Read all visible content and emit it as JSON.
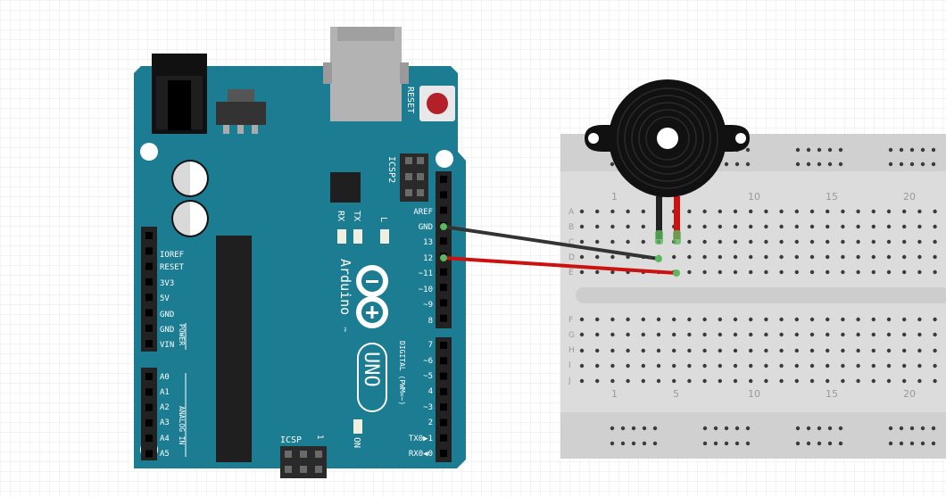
{
  "board": {
    "reset_label": "RESET",
    "icsp2_label": "ICSP2",
    "icsp_label": "ICSP",
    "icsp_pin_one": "1",
    "led_l": "L",
    "led_tx": "TX",
    "led_rx": "RX",
    "led_on": "ON",
    "brand": "Arduino",
    "trademark": "™",
    "model": "UNO",
    "power_header_label": "POWER",
    "analog_header_label": "ANALOG IN",
    "digital_header_label": "DIGITAL (PWM=~)",
    "power_pins": [
      "IOREF",
      "RESET",
      "3V3",
      "5V",
      "GND",
      "GND",
      "VIN"
    ],
    "analog_pins": [
      "A0",
      "A1",
      "A2",
      "A3",
      "A4",
      "A5"
    ],
    "digital_top_pins": [
      "AREF",
      "GND",
      "13",
      "12",
      "~11",
      "~10",
      "~9",
      "8"
    ],
    "digital_bottom_pins": [
      "7",
      "~6",
      "~5",
      "4",
      "~3",
      "2",
      "TX0▶1",
      "RX0◀0"
    ]
  },
  "breadboard": {
    "row_letters_top": [
      "A",
      "B",
      "C",
      "D",
      "E"
    ],
    "row_letters_bottom": [
      "F",
      "G",
      "H",
      "I",
      "J"
    ],
    "column_numbers": [
      "1",
      "5",
      "10",
      "15",
      "20"
    ]
  },
  "wires": [
    {
      "from": "GND",
      "to": "buzzer-negative",
      "color": "#333333"
    },
    {
      "from": "12",
      "to": "buzzer-positive",
      "color": "#cc1111"
    }
  ],
  "colors": {
    "board": "#1b7c92",
    "board_text": "#ffffff",
    "header": "#222222",
    "breadboard": "#dcdcdc",
    "wire_black": "#333333",
    "wire_red": "#cc1111"
  }
}
